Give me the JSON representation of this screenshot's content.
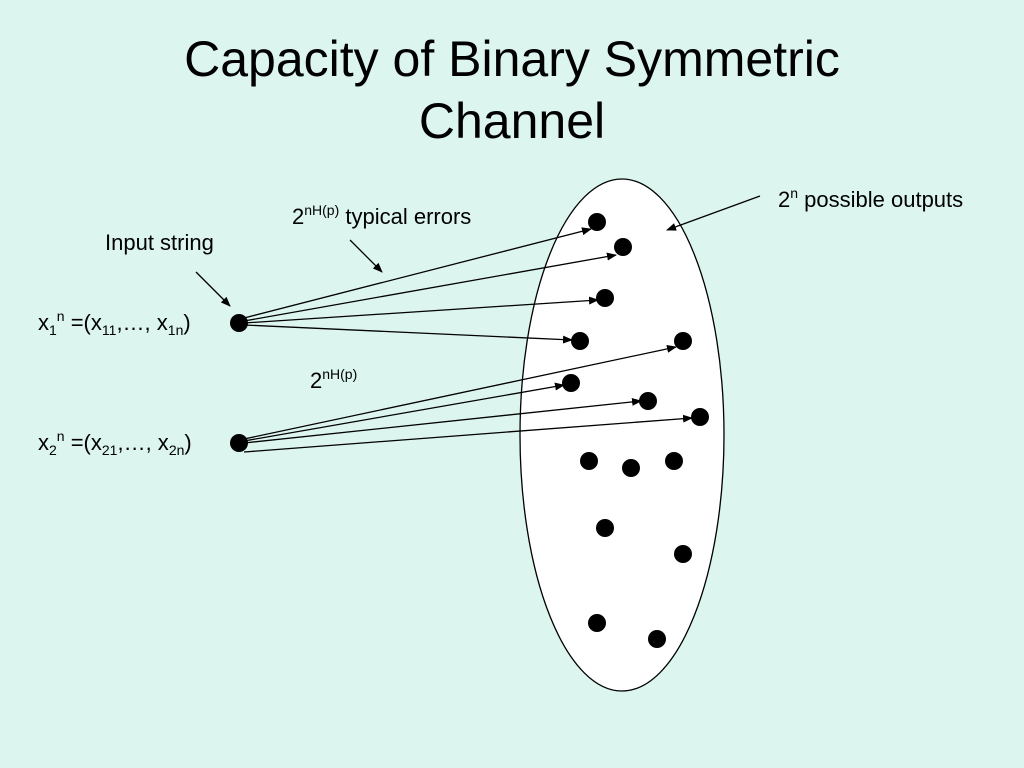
{
  "title": {
    "line1": "Capacity of Binary Symmetric",
    "line2": "Channel"
  },
  "labels": {
    "input_string": "Input string",
    "typical_errors": {
      "base": "2",
      "exponent": "nH(p)",
      "text": " typical errors"
    },
    "count_label": {
      "base": "2",
      "exponent": "nH(p)"
    },
    "outputs": {
      "base": "2",
      "exponent": "n",
      "text": " possible outputs"
    },
    "x1": {
      "var": "x",
      "var_sub": "1",
      "var_sup": "n",
      "eq": " =(x",
      "s1": "11",
      "mid": ",…, x",
      "s2": "1n",
      "close": ")"
    },
    "x2": {
      "var": "x",
      "var_sub": "2",
      "var_sup": "n",
      "eq": " =(x",
      "s1": "21",
      "mid": ",…, x",
      "s2": "2n",
      "close": ")"
    }
  },
  "colors": {
    "background": "#dcf5ef",
    "ellipse_fill": "#ffffff",
    "ink": "#000000"
  }
}
